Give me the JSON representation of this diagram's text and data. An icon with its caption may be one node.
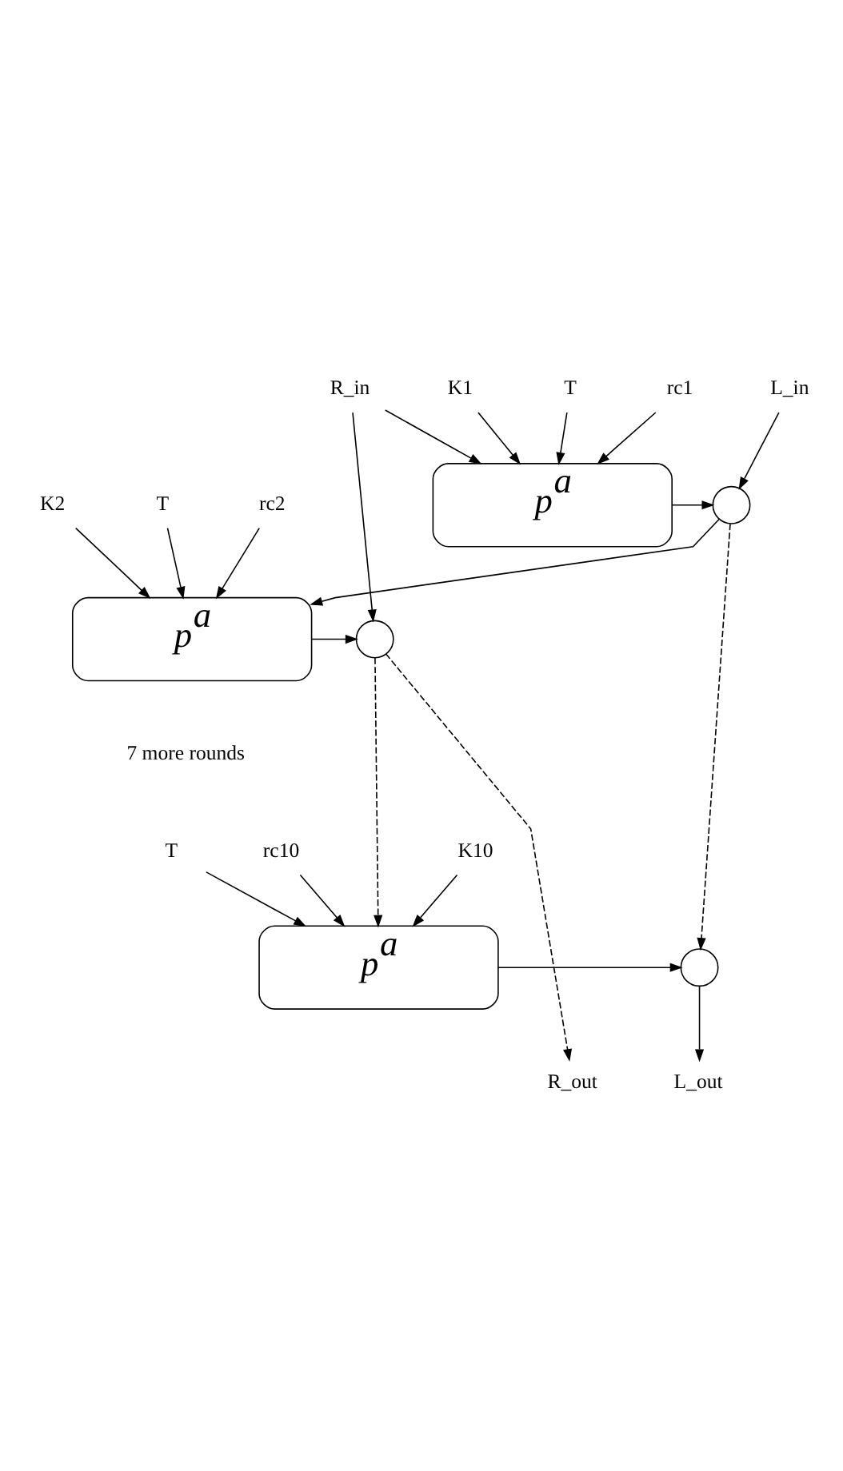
{
  "diagram": {
    "nodes": [
      {
        "text": [
          "L_in"
        ]
      },
      {
        "text": [
          "K1"
        ]
      },
      {
        "text": [
          "T"
        ]
      },
      {
        "text": [
          "rc1"
        ]
      },
      {
        "text": [
          "R_in"
        ]
      },
      {
        "text": [],
        "shape": "circle"
      },
      {
        "text": [
          "p$^{a}$"
        ]
      },
      {
        "text": [
          "K2"
        ]
      },
      {
        "text": [
          "T"
        ]
      },
      {
        "text": [
          "rc2"
        ]
      },
      {
        "text": [],
        "shape": "circle"
      },
      {
        "text": [
          "p$^{a}$"
        ]
      },
      {
        "text": [
          "K10"
        ]
      },
      {
        "text": [
          "T"
        ]
      },
      {
        "text": [
          "rc10"
        ]
      },
      {
        "text": [],
        "shape": "circle"
      },
      {
        "text": [
          "p$^{a}$"
        ]
      },
      {
        "text": [
          "L_out"
        ]
      },
      {
        "text": [
          "R_out"
        ]
      }
    ],
    "edges": [
      {
        "from": 0,
        "to": 5,
        "arrow": "to"
      },
      {
        "from": 1,
        "to": 6,
        "arrow": "to"
      },
      {
        "from": 2,
        "to": 6,
        "arrow": "to"
      },
      {
        "from": 3,
        "to": 6,
        "arrow": "to"
      },
      {
        "from": 4,
        "to": 6,
        "arrow": "to"
      },
      {
        "from": 6,
        "to": 5,
        "arrow": "to"
      },
      {
        "from": 5,
        "to": 11,
        "arrow": "to"
      },
      {
        "from": 4,
        "to": 10,
        "arrow": "to"
      },
      {
        "from": 7,
        "to": 11,
        "arrow": "to"
      },
      {
        "from": 8,
        "to": 11,
        "arrow": "to"
      },
      {
        "from": 9,
        "to": 11,
        "arrow": "to"
      },
      {
        "from": 11,
        "to": 10,
        "arrow": "to"
      },
      {
        "from": 10,
        "to": 16,
        "arrow": "to",
        "style": "dashed"
      },
      {
        "from": 10,
        "to": 18,
        "arrow": "to",
        "style": "dashed"
      },
      {
        "from": 5,
        "to": 15,
        "arrow": "to",
        "style": "dashed"
      },
      {
        "from": 12,
        "to": 16,
        "arrow": "to"
      },
      {
        "from": 13,
        "to": 16,
        "arrow": "to"
      },
      {
        "from": 14,
        "to": 16,
        "arrow": "to"
      },
      {
        "from": 16,
        "to": 15,
        "arrow": "to"
      },
      {
        "from": 15,
        "to": 17,
        "arrow": "to"
      }
    ],
    "labels": [
      "7 more rounds"
    ]
  }
}
